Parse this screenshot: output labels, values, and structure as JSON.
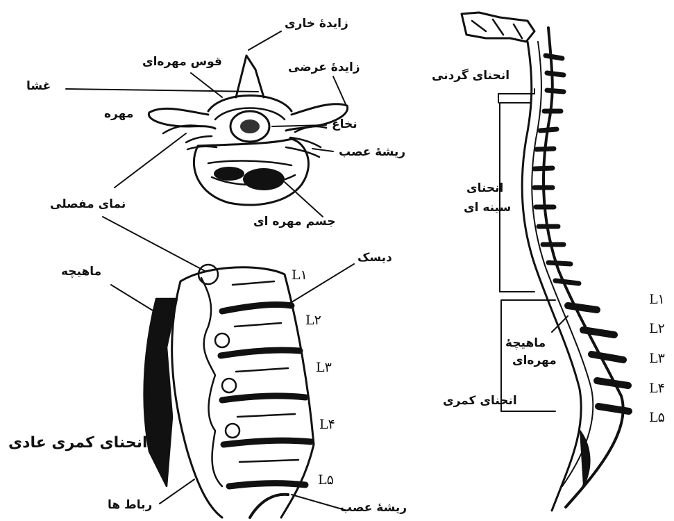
{
  "colors": {
    "ink": "#111111",
    "background": "#ffffff"
  },
  "vertebra_labels": {
    "spinous_process": "زایدهٔ خاری",
    "vertebral_arch": "قوس مهره‌ای",
    "transverse_process": "زایدهٔ عرضی",
    "membrane": "غشا",
    "vertebra": "مهره",
    "spinal_cord": "نخاع",
    "nerve_root": "ریشهٔ عصب",
    "facet_joint": "نمای مفصلی",
    "vertebral_body": "جسم مهره ای"
  },
  "lumbar_labels": {
    "muscle": "ماهیچه",
    "disc": "دیسک",
    "normal_lumbar_curve": "انحنای کمری عادی",
    "ligaments": "رباط ها",
    "nerve_root": "ریشهٔ عصب",
    "levels": [
      "L۱",
      "L۲",
      "L۳",
      "L۴",
      "L۵"
    ]
  },
  "spine_labels": {
    "cervical_curve": "انحنای گردنی",
    "thoracic_curve_line1": "انحنای",
    "thoracic_curve_line2": "سینه ای",
    "vertebral_muscle_line1": "ماهیچهٔ",
    "vertebral_muscle_line2": "مهره‌ای",
    "lumbar_curve": "انحنای کمری",
    "levels": [
      "L۱",
      "L۲",
      "L۳",
      "L۴",
      "L۵"
    ]
  }
}
